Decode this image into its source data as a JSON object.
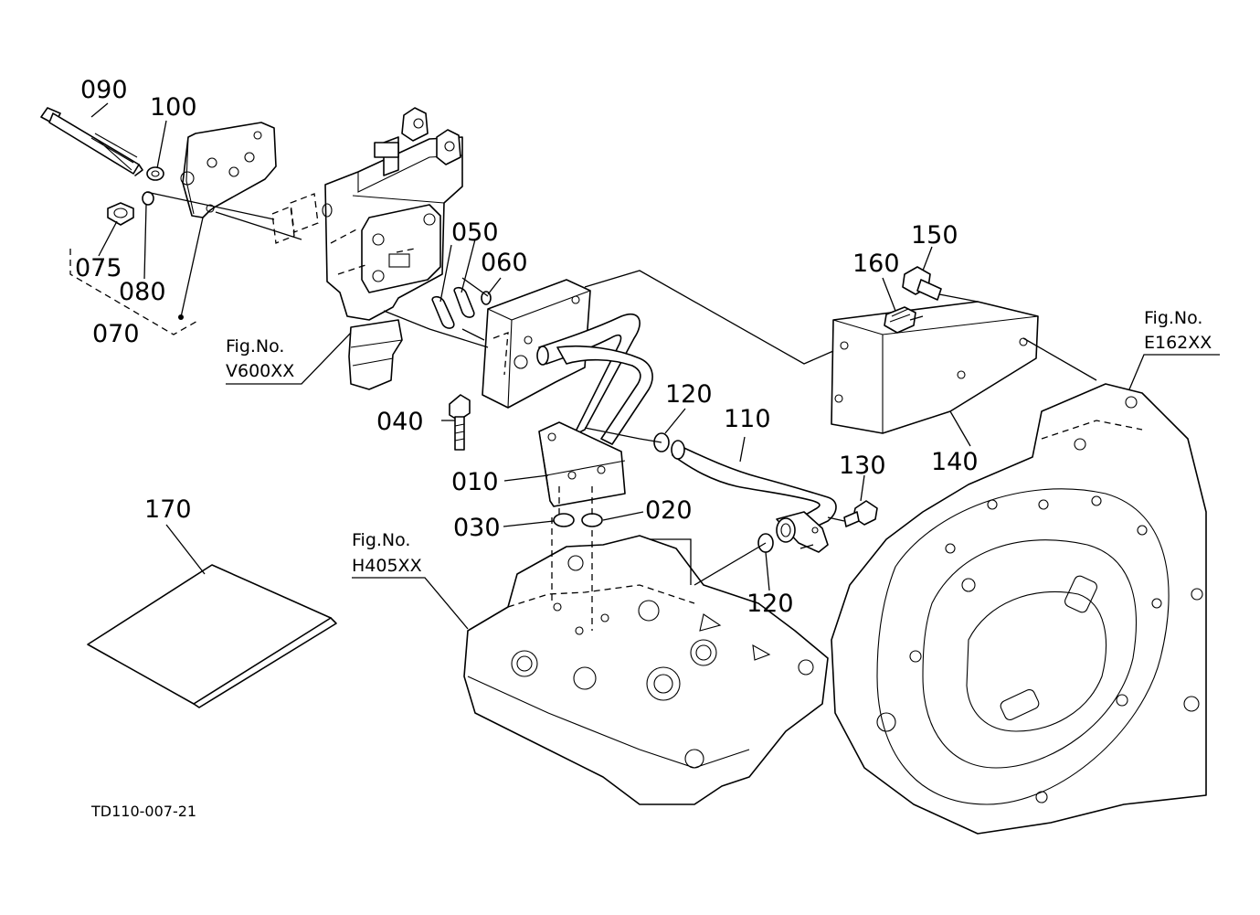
{
  "callouts": {
    "c090": "090",
    "c100": "100",
    "c075": "075",
    "c080": "080",
    "c070": "070",
    "c050": "050",
    "c060": "060",
    "c040": "040",
    "c010": "010",
    "c030": "030",
    "c020": "020",
    "c120a": "120",
    "c110": "110",
    "c130": "130",
    "c120b": "120",
    "c140": "140",
    "c150": "150",
    "c160": "160",
    "c170": "170"
  },
  "figure_refs": {
    "v600": {
      "prefix": "Fig.No.",
      "code": "V600XX"
    },
    "h405": {
      "prefix": "Fig.No.",
      "code": "H405XX"
    },
    "e162": {
      "prefix": "Fig.No.",
      "code": "E162XX"
    }
  },
  "doc_id": "TD110-007-21"
}
